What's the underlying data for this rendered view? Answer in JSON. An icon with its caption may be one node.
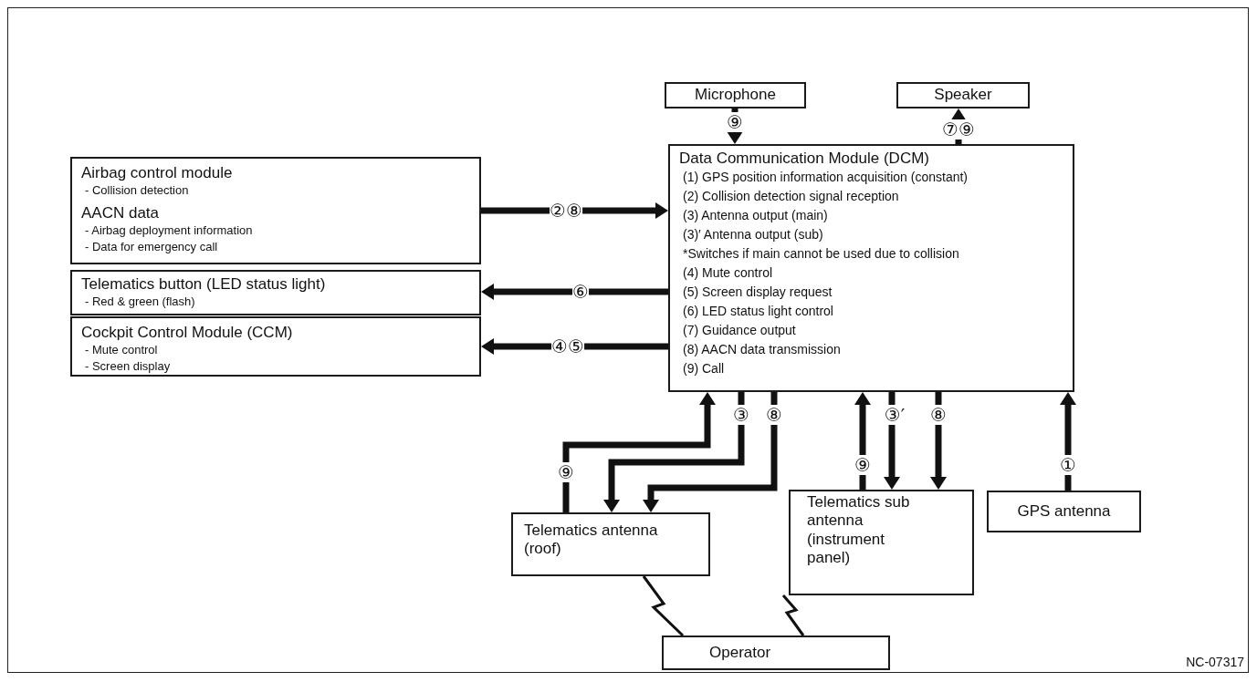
{
  "diagram": {
    "nodes": [
      {
        "text": [
          "Microphone"
        ]
      },
      {
        "text": [
          "Speaker"
        ]
      },
      {
        "text": [
          "Airbag control module",
          "- Collision detection",
          "AACN data",
          "- Airbag deployment information",
          "- Data for emergency call"
        ]
      },
      {
        "text": [
          "Data Communication Module (DCM)",
          "(1) GPS position information acquisition (constant)",
          "(2) Collision detection signal reception",
          "(3) Antenna output (main)",
          "(3)′ Antenna output (sub)",
          "*Switches if main cannot be used due to collision",
          "(4) Mute control",
          "(5) Screen display request",
          "(6) LED status light control",
          "(7) Guidance output",
          "(8) AACN data transmission",
          "(9) Call"
        ]
      },
      {
        "text": [
          "Telematics button (LED status light)",
          "- Red & green (flash)"
        ]
      },
      {
        "text": [
          "Cockpit Control Module (CCM)",
          "- Mute control",
          "- Screen display"
        ]
      },
      {
        "text": [
          "Telematics antenna (roof)"
        ]
      },
      {
        "text": [
          "Telematics sub antenna (instrument panel)"
        ]
      },
      {
        "text": [
          "GPS antenna"
        ]
      },
      {
        "text": [
          "Operator"
        ]
      }
    ],
    "edges": [
      {
        "from": 0,
        "to": 3,
        "arrow": "to",
        "label": "⑨"
      },
      {
        "from": 3,
        "to": 1,
        "arrow": "to",
        "label": "⑦⑨"
      },
      {
        "from": 2,
        "to": 3,
        "arrow": "to",
        "label": "②⑧"
      },
      {
        "from": 3,
        "to": 4,
        "arrow": "to",
        "label": "⑥"
      },
      {
        "from": 3,
        "to": 5,
        "arrow": "to",
        "label": "④⑤"
      },
      {
        "from": 6,
        "to": 3,
        "arrow": "to",
        "label": "⑨"
      },
      {
        "from": 3,
        "to": 6,
        "arrow": "to",
        "label": "③"
      },
      {
        "from": 3,
        "to": 6,
        "arrow": "to",
        "label": "⑧"
      },
      {
        "from": 7,
        "to": 3,
        "arrow": "to",
        "label": "⑨"
      },
      {
        "from": 3,
        "to": 7,
        "arrow": "to",
        "label": "③′"
      },
      {
        "from": 3,
        "to": 7,
        "arrow": "to",
        "label": "⑧"
      },
      {
        "from": 8,
        "to": 3,
        "arrow": "to",
        "label": "①"
      },
      {
        "from": 6,
        "to": 9,
        "arrow": "none"
      },
      {
        "from": 9,
        "to": 7,
        "arrow": "none"
      }
    ],
    "labels": [
      "NC-07317"
    ]
  }
}
